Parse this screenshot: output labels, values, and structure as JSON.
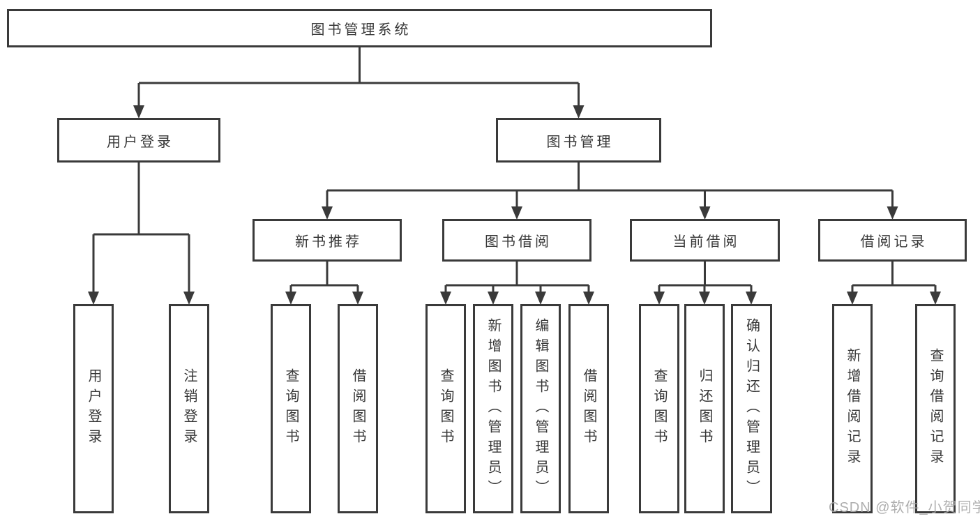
{
  "watermark": {
    "text": "CSDN @软件_小贺同学",
    "color": "#a8a8a8"
  },
  "style": {
    "line_color": "#3a3a3a",
    "text_color": "#383838",
    "background": "#ffffff"
  },
  "tree": {
    "root": {
      "label": "图书管理系统"
    },
    "children": [
      {
        "label": "用户登录",
        "children": [
          {
            "label": "用户登录"
          },
          {
            "label": "注销登录"
          }
        ]
      },
      {
        "label": "图书管理",
        "children": [
          {
            "label": "新书推荐",
            "children": [
              {
                "label": "查询图书"
              },
              {
                "label": "借阅图书"
              }
            ]
          },
          {
            "label": "图书借阅",
            "children": [
              {
                "label": "查询图书"
              },
              {
                "label": "新增图书（管理员）"
              },
              {
                "label": "编辑图书（管理员）"
              },
              {
                "label": "借阅图书"
              }
            ]
          },
          {
            "label": "当前借阅",
            "children": [
              {
                "label": "查询图书"
              },
              {
                "label": "归还图书"
              },
              {
                "label": "确认归还（管理员）"
              }
            ]
          },
          {
            "label": "借阅记录",
            "children": [
              {
                "label": "新增借阅记录"
              },
              {
                "label": "查询借阅记录"
              }
            ]
          }
        ]
      }
    ]
  }
}
